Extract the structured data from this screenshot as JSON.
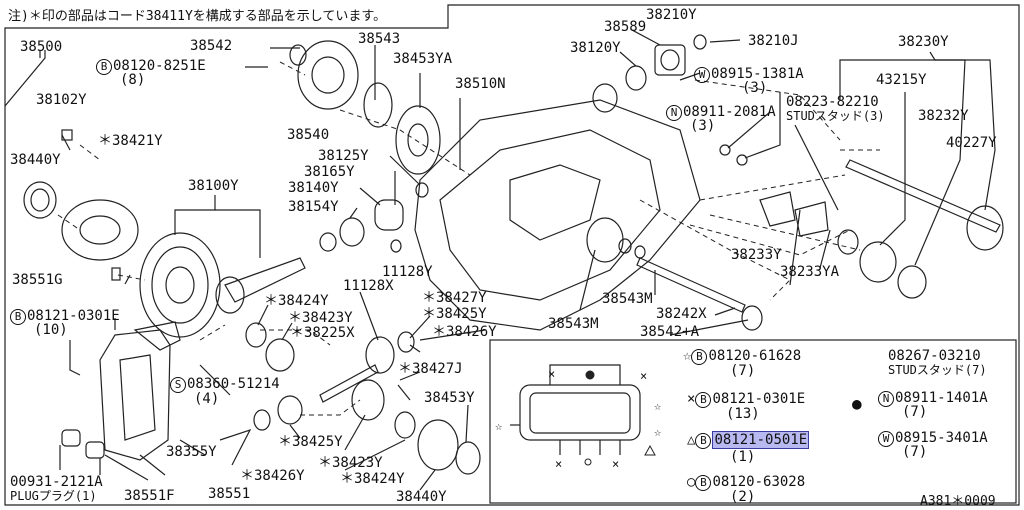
{
  "header": {
    "note": "注)＊印の部品はコード38411Yを構成する部品を示しています。"
  },
  "parts": {
    "p38500": "38500",
    "p38102Y": "38102Y",
    "p38421Y": "＊38421Y",
    "p38440Y_top": "38440Y",
    "p38551G": "38551G",
    "p08121_0301E_main": "08121-0301E",
    "p08121_0301E_main_qty": "(10)",
    "p38542": "38542",
    "p08120_8251E": "08120-8251E",
    "p08120_8251E_qty": "(8)",
    "p38543": "38543",
    "p38540": "38540",
    "p38453YA": "38453YA",
    "p38510N": "38510N",
    "p38100Y": "38100Y",
    "p38125Y": "38125Y",
    "p38165Y": "38165Y",
    "p38140Y": "38140Y",
    "p38154Y": "38154Y",
    "p11128Y": "11128Y",
    "p11128X": "11128X",
    "p38120Y": "38120Y",
    "p38589": "38589",
    "p38210Y": "38210Y",
    "p38210J": "38210J",
    "p08915_1381A": "08915-1381A",
    "p08915_1381A_qty": "(3)",
    "p08911_2081A": "08911-2081A",
    "p08911_2081A_qty": "(3)",
    "p38230Y": "38230Y",
    "p43215Y": "43215Y",
    "p08223_82210": "08223-82210",
    "p_stud3": "STUDスタッド(3)",
    "p38232Y": "38232Y",
    "p40227Y": "40227Y",
    "p38233Y": "38233Y",
    "p38233YA": "38233YA",
    "p38543M_a": "38543M",
    "p38242X": "38242X",
    "p38543M_b": "38543M",
    "p38542A": "38542+A",
    "p38424Y_a": "＊38424Y",
    "p38423Y_a": "＊38423Y",
    "p38225X": "＊38225X",
    "p38427Y": "＊38427Y",
    "p38425Y_a": "＊38425Y",
    "p38426Y_a": "＊38426Y",
    "p38427J": "＊38427J",
    "p08360_51214": "08360-51214",
    "p08360_51214_qty": "(4)",
    "p38425Y_b": "＊38425Y",
    "p38423Y_b": "＊38423Y",
    "p38424Y_b": "＊38424Y",
    "p38426Y_b": "＊38426Y",
    "p38453Y": "38453Y",
    "p38440Y_bot": "38440Y",
    "p38355Y": "38355Y",
    "p38551": "38551",
    "p38551F": "38551F",
    "p00931_2121A": "00931-2121A",
    "p_plug": "PLUGプラグ(1)"
  },
  "inset": {
    "star_part": "08120-61628",
    "star_qty": "(7)",
    "x_part": "08121-0301E",
    "x_qty": "(13)",
    "tri_part": "08121-0501E",
    "tri_qty": "(1)",
    "circ_part": "08120-63028",
    "circ_qty": "(2)",
    "dot_stud": "08267-03210",
    "dot_stud_label": "STUDスタッド(7)",
    "dot_n_part": "08911-1401A",
    "dot_n_qty": "(7)",
    "dot_w_part": "08915-3401A",
    "dot_w_qty": "(7)"
  },
  "symbols": {
    "B": "B",
    "S": "S",
    "N": "N",
    "W": "W",
    "star": "☆",
    "x": "×",
    "tri": "△",
    "circ": "○",
    "dot": "●"
  },
  "footer": {
    "code": "A381＊0009"
  }
}
